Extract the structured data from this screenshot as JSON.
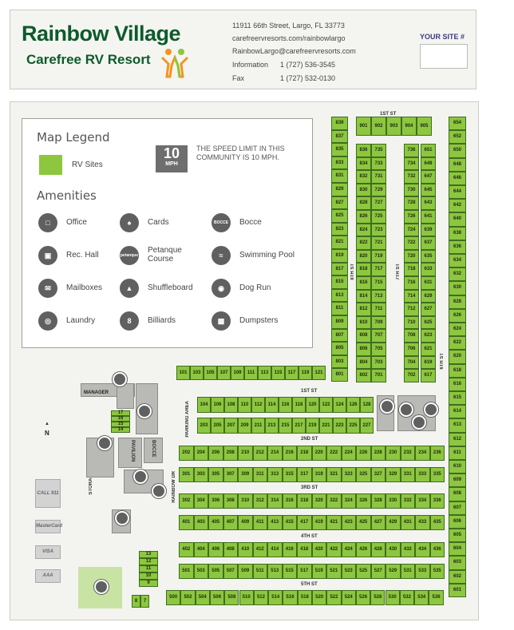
{
  "header": {
    "brand_line1": "Rainbow Village",
    "brand_line2": "Carefree RV Resort",
    "address": "11911 66th Street, Largo, FL 33773",
    "website": "carefreervresorts.com/rainbowlargo",
    "email": "RainbowLargo@carefreervresorts.com",
    "info_label": "Information",
    "info_phone": "1 (727) 536-3545",
    "fax_label": "Fax",
    "fax_phone": "1 (727) 532-0130",
    "your_site_label": "YOUR SITE #"
  },
  "legend": {
    "title": "Map Legend",
    "rv_sites_label": "RV Sites",
    "speed_number": "10",
    "speed_unit": "MPH",
    "speed_text": "THE SPEED LIMIT IN THIS COMMUNITY IS 10 MPH.",
    "amenities_title": "Amenities",
    "amenities": [
      {
        "label": "Office",
        "icon": "office-icon"
      },
      {
        "label": "Cards",
        "icon": "cards-icon"
      },
      {
        "label": "Bocce",
        "icon": "bocce-icon"
      },
      {
        "label": "Rec. Hall",
        "icon": "rec-hall-icon"
      },
      {
        "label": "Petanque Course",
        "icon": "petanque-icon"
      },
      {
        "label": "Swimming Pool",
        "icon": "swimming-pool-icon"
      },
      {
        "label": "Mailboxes",
        "icon": "mailbox-icon"
      },
      {
        "label": "Shuffleboard",
        "icon": "shuffleboard-icon"
      },
      {
        "label": "Dog Run",
        "icon": "dog-run-icon"
      },
      {
        "label": "Laundry",
        "icon": "laundry-icon"
      },
      {
        "label": "Billiards",
        "icon": "billiards-icon"
      },
      {
        "label": "Dumpsters",
        "icon": "dumpster-icon"
      }
    ],
    "bocce_icon_text": "BOCCE",
    "petanque_icon_text": "petanque",
    "billiards_icon_text": "8"
  },
  "map": {
    "roads": {
      "st1": "1ST ST",
      "st2": "2ND ST",
      "st3": "3RD ST",
      "st4": "4TH ST",
      "st5": "5TH ST",
      "st6": "6TH ST",
      "st7": "7TH ST",
      "st8": "8TH ST",
      "rainbow_dr": "RAINBOW DR",
      "parking_area": "PARKING AREA",
      "storage": "STORAGE"
    },
    "buildings": {
      "manager": "MANAGER",
      "pavilion": "PAVILION",
      "bocce": "BOCCE",
      "north": "N"
    },
    "payments": [
      "CALL 911",
      "MasterCard",
      "VISA",
      "AAA"
    ],
    "colors": {
      "rv_site": "#8dc63f",
      "brand": "#0e5a2c",
      "icon": "#5f6060"
    },
    "topRow": [
      "901",
      "902",
      "903",
      "904",
      "905"
    ],
    "col839": [
      "839",
      "837",
      "835",
      "833",
      "831",
      "829",
      "827",
      "825",
      "823",
      "821",
      "819",
      "817",
      "815",
      "813",
      "811",
      "809",
      "807",
      "805",
      "803",
      "801"
    ],
    "col836": [
      "836",
      "834",
      "832",
      "830",
      "828",
      "826",
      "824",
      "822",
      "820",
      "818",
      "816",
      "814",
      "812",
      "810",
      "808",
      "806",
      "804",
      "802"
    ],
    "col735": [
      "735",
      "733",
      "731",
      "729",
      "727",
      "725",
      "723",
      "721",
      "719",
      "717",
      "715",
      "713",
      "711",
      "709",
      "707",
      "705",
      "703",
      "701"
    ],
    "col736": [
      "736",
      "734",
      "732",
      "730",
      "728",
      "726",
      "724",
      "722",
      "720",
      "718",
      "716",
      "714",
      "712",
      "710",
      "708",
      "706",
      "704",
      "702"
    ],
    "col651": [
      "651",
      "649",
      "647",
      "645",
      "643",
      "641",
      "639",
      "637",
      "635",
      "633",
      "631",
      "629",
      "627",
      "625",
      "623",
      "621",
      "619",
      "617"
    ],
    "col654": [
      "654",
      "652",
      "650",
      "648",
      "646",
      "644",
      "642",
      "640",
      "638",
      "636",
      "634",
      "632",
      "630",
      "628",
      "626",
      "624",
      "622",
      "620",
      "618",
      "616",
      "615",
      "614",
      "613",
      "612",
      "611",
      "610",
      "609",
      "608",
      "607",
      "606",
      "605",
      "604",
      "603",
      "602",
      "601"
    ],
    "row101": [
      "101",
      "103",
      "105",
      "107",
      "109",
      "111",
      "113",
      "115",
      "117",
      "119",
      "121"
    ],
    "row104": [
      "104",
      "106",
      "108",
      "110",
      "112",
      "114",
      "116",
      "118",
      "120",
      "122",
      "124",
      "126",
      "128"
    ],
    "row203": [
      "203",
      "205",
      "207",
      "209",
      "211",
      "213",
      "215",
      "217",
      "219",
      "221",
      "223",
      "225",
      "227"
    ],
    "row202": [
      "202",
      "204",
      "206",
      "208",
      "210",
      "212",
      "214",
      "216",
      "218",
      "220",
      "222",
      "224",
      "226",
      "228",
      "230",
      "232",
      "234",
      "236"
    ],
    "row301": [
      "301",
      "303",
      "305",
      "307",
      "309",
      "311",
      "313",
      "315",
      "317",
      "319",
      "321",
      "323",
      "325",
      "327",
      "329",
      "331",
      "333",
      "335"
    ],
    "row302": [
      "302",
      "304",
      "306",
      "308",
      "310",
      "312",
      "314",
      "316",
      "318",
      "320",
      "322",
      "324",
      "326",
      "328",
      "330",
      "332",
      "334",
      "336"
    ],
    "row401": [
      "401",
      "403",
      "405",
      "407",
      "409",
      "411",
      "413",
      "415",
      "417",
      "419",
      "421",
      "423",
      "425",
      "427",
      "429",
      "431",
      "433",
      "435"
    ],
    "row402": [
      "402",
      "404",
      "406",
      "408",
      "410",
      "412",
      "414",
      "416",
      "418",
      "420",
      "422",
      "424",
      "426",
      "428",
      "430",
      "432",
      "434",
      "436"
    ],
    "row501": [
      "501",
      "503",
      "505",
      "507",
      "509",
      "511",
      "513",
      "515",
      "517",
      "519",
      "521",
      "523",
      "525",
      "527",
      "529",
      "531",
      "533",
      "535"
    ],
    "row500": [
      "500",
      "502",
      "504",
      "506",
      "508",
      "510",
      "512",
      "514",
      "516",
      "518",
      "520",
      "522",
      "524",
      "526",
      "528",
      "530",
      "532",
      "534",
      "536"
    ],
    "col13": [
      "13",
      "12",
      "11",
      "10",
      "9"
    ],
    "col17": [
      "17",
      "16",
      "15",
      "14"
    ],
    "bottomLeft": [
      "8",
      "7"
    ]
  }
}
